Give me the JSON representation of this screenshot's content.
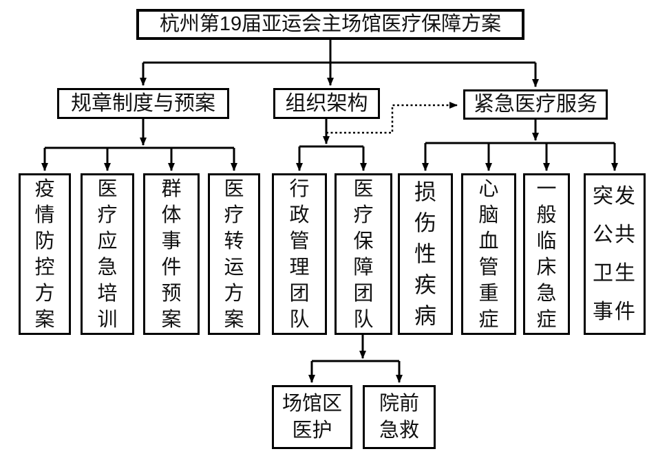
{
  "diagram": {
    "title": "杭州第19届亚运会主场馆医疗保障方案",
    "colors": {
      "line": "#000000",
      "box_border": "#000000",
      "box_background": "#ffffff",
      "text": "#111111",
      "page_background": "#ffffff"
    },
    "nodes": {
      "root": "杭州第19届亚运会主场馆医疗保障方案",
      "rules": "规章制度与预案",
      "org": "组织架构",
      "emergency": "紧急医疗服务",
      "epidemic": "疫\n情\n防\n控\n方\n案",
      "training": "医\n疗\n应\n急\n培\n训",
      "mass_incident": "群\n体\n事\n件\n预\n案",
      "transfer": "医\n疗\n转\n运\n方\n案",
      "admin_team": "行\n政\n管\n理\n团\n队",
      "medical_team": "医\n疗\n保\n障\n团\n队",
      "injury": "损\n伤\n性\n疾\n病",
      "cardio": "心\n脑\n血\n管\n重\n症",
      "clinical": "一\n般\n临\n床\n急\n症",
      "public_health": "突发\n公共\n卫生\n事件",
      "venue_medical": "场馆区\n医护",
      "prehospital": "院前\n急救"
    },
    "edges": {
      "org_to_emergency_style": "dotted-arrow",
      "tree_style": "solid-arrow"
    }
  }
}
